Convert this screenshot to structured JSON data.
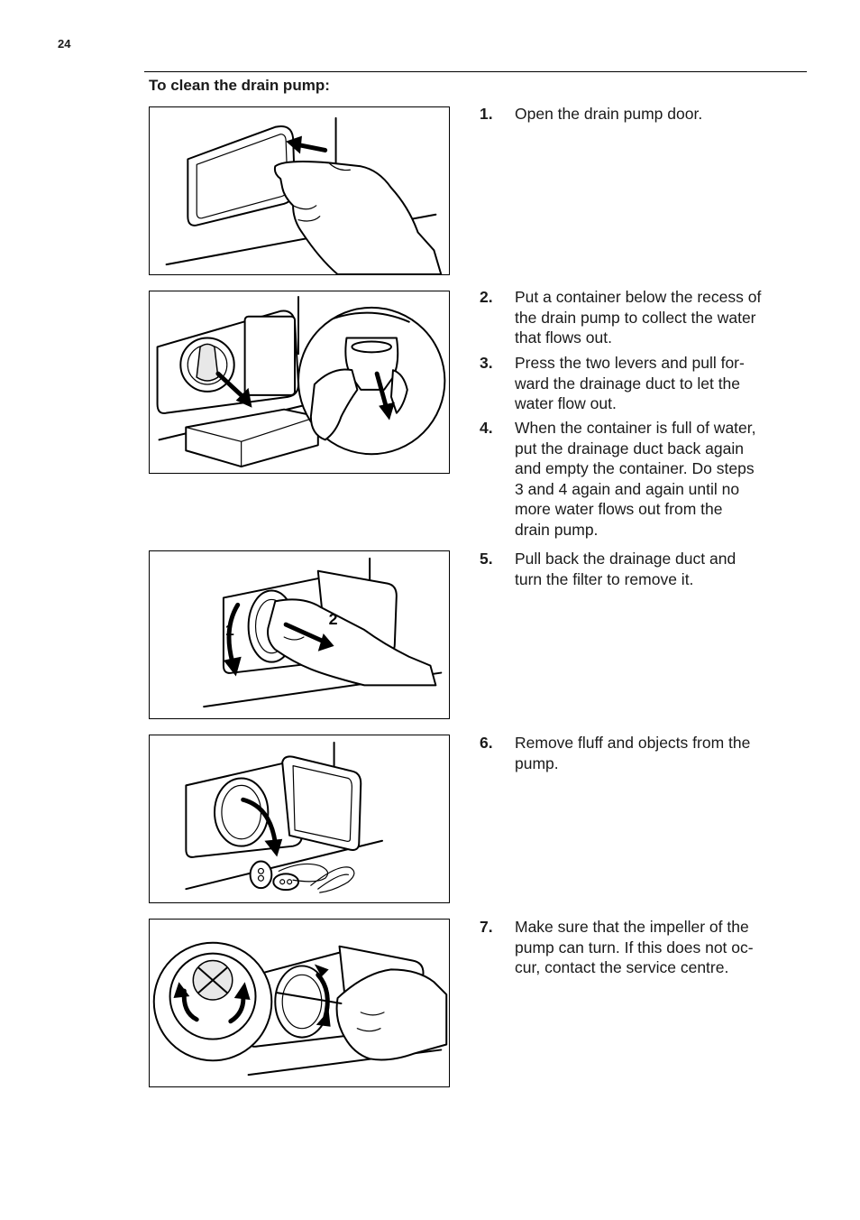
{
  "page_number": "24",
  "section_title": "To clean the drain pump:",
  "figure3_labels": {
    "one": "1",
    "two": "2"
  },
  "steps": [
    {
      "number": "1.",
      "text": "Open the drain pump door."
    },
    {
      "number": "2.",
      "text": "Put a container below the recess of\nthe drain pump to collect the water\nthat flows out."
    },
    {
      "number": "3.",
      "text": "Press the two levers and pull for-\nward the drainage duct to let the\nwater flow out."
    },
    {
      "number": "4.",
      "text": "When the container is full of water,\nput the drainage duct back again\nand empty the container. Do steps\n3 and 4 again and again until no\nmore water flows out from the\ndrain pump."
    },
    {
      "number": "5.",
      "text": "Pull back the drainage duct and\nturn the filter to remove it."
    },
    {
      "number": "6.",
      "text": "Remove fluff and objects from the\npump."
    },
    {
      "number": "7.",
      "text": "Make sure that the impeller of the\npump can turn. If this does not oc-\ncur, contact the service centre."
    }
  ]
}
